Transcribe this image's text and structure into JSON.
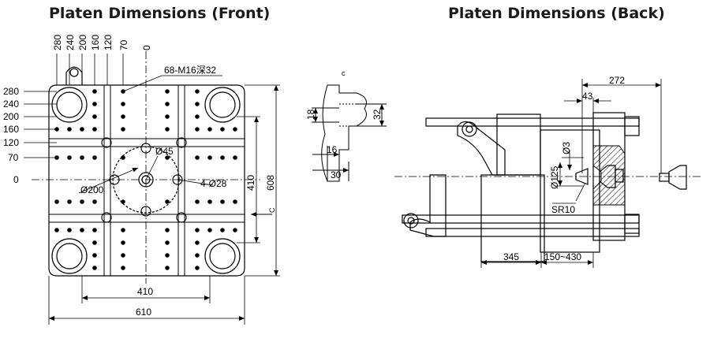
{
  "titles": {
    "front": "Platen Dimensions (Front)",
    "back": "Platen Dimensions (Back)"
  },
  "front": {
    "top_labels": [
      "280",
      "240",
      "200",
      "160",
      "120",
      "70",
      "0"
    ],
    "left_labels": [
      "280",
      "240",
      "200",
      "160",
      "120",
      "70",
      "0"
    ],
    "hole_note": "68-M16深32",
    "center_hole": "Ø45",
    "pcd": "Ø200",
    "bolt_holes": "4-Ø28",
    "tie_bar_spacing_v": "410",
    "platen_height": "608",
    "tie_bar_spacing_h": "410",
    "platen_width": "610",
    "section_marker": "C"
  },
  "section_c": {
    "marker": "c",
    "dim_18": "18",
    "dim_32": "32",
    "dim_16": "16",
    "dim_30": "30"
  },
  "back": {
    "dim_272": "272",
    "dim_43": "43",
    "dim_d3": "Ø3",
    "dim_d125": "Ø125",
    "dim_sr10": "SR10",
    "dim_345": "345",
    "dim_150_430": "150~430"
  }
}
